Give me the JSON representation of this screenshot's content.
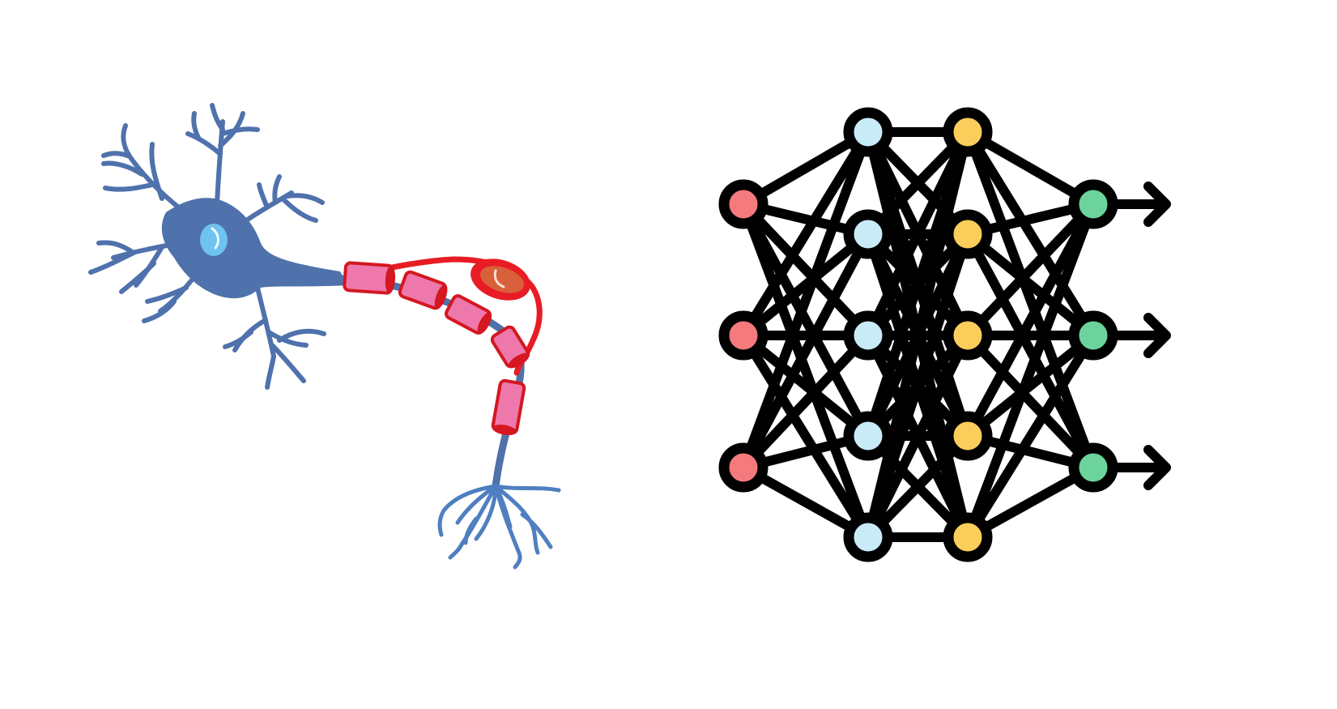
{
  "neuron": {
    "icon": "neuron-icon",
    "colors": {
      "body": "#4f72ac",
      "nucleus": "#6ec3ef",
      "myelin_fill": "#ee78ac",
      "myelin_edge": "#d41720",
      "schwann_outline": "#e81c24",
      "schwann_nucleus": "#d9603a",
      "terminal": "#4f7fc0"
    }
  },
  "network": {
    "icon": "neural-network-icon",
    "colors": {
      "edge": "#000000",
      "input": "#f47a7e",
      "hidden1": "#c9ebf7",
      "hidden2": "#fbcd5b",
      "output": "#6bd39b"
    },
    "layers": [
      {
        "role": "input",
        "count": 3
      },
      {
        "role": "hidden1",
        "count": 5
      },
      {
        "role": "hidden2",
        "count": 5
      },
      {
        "role": "output",
        "count": 3
      }
    ],
    "output_arrows": 3
  }
}
